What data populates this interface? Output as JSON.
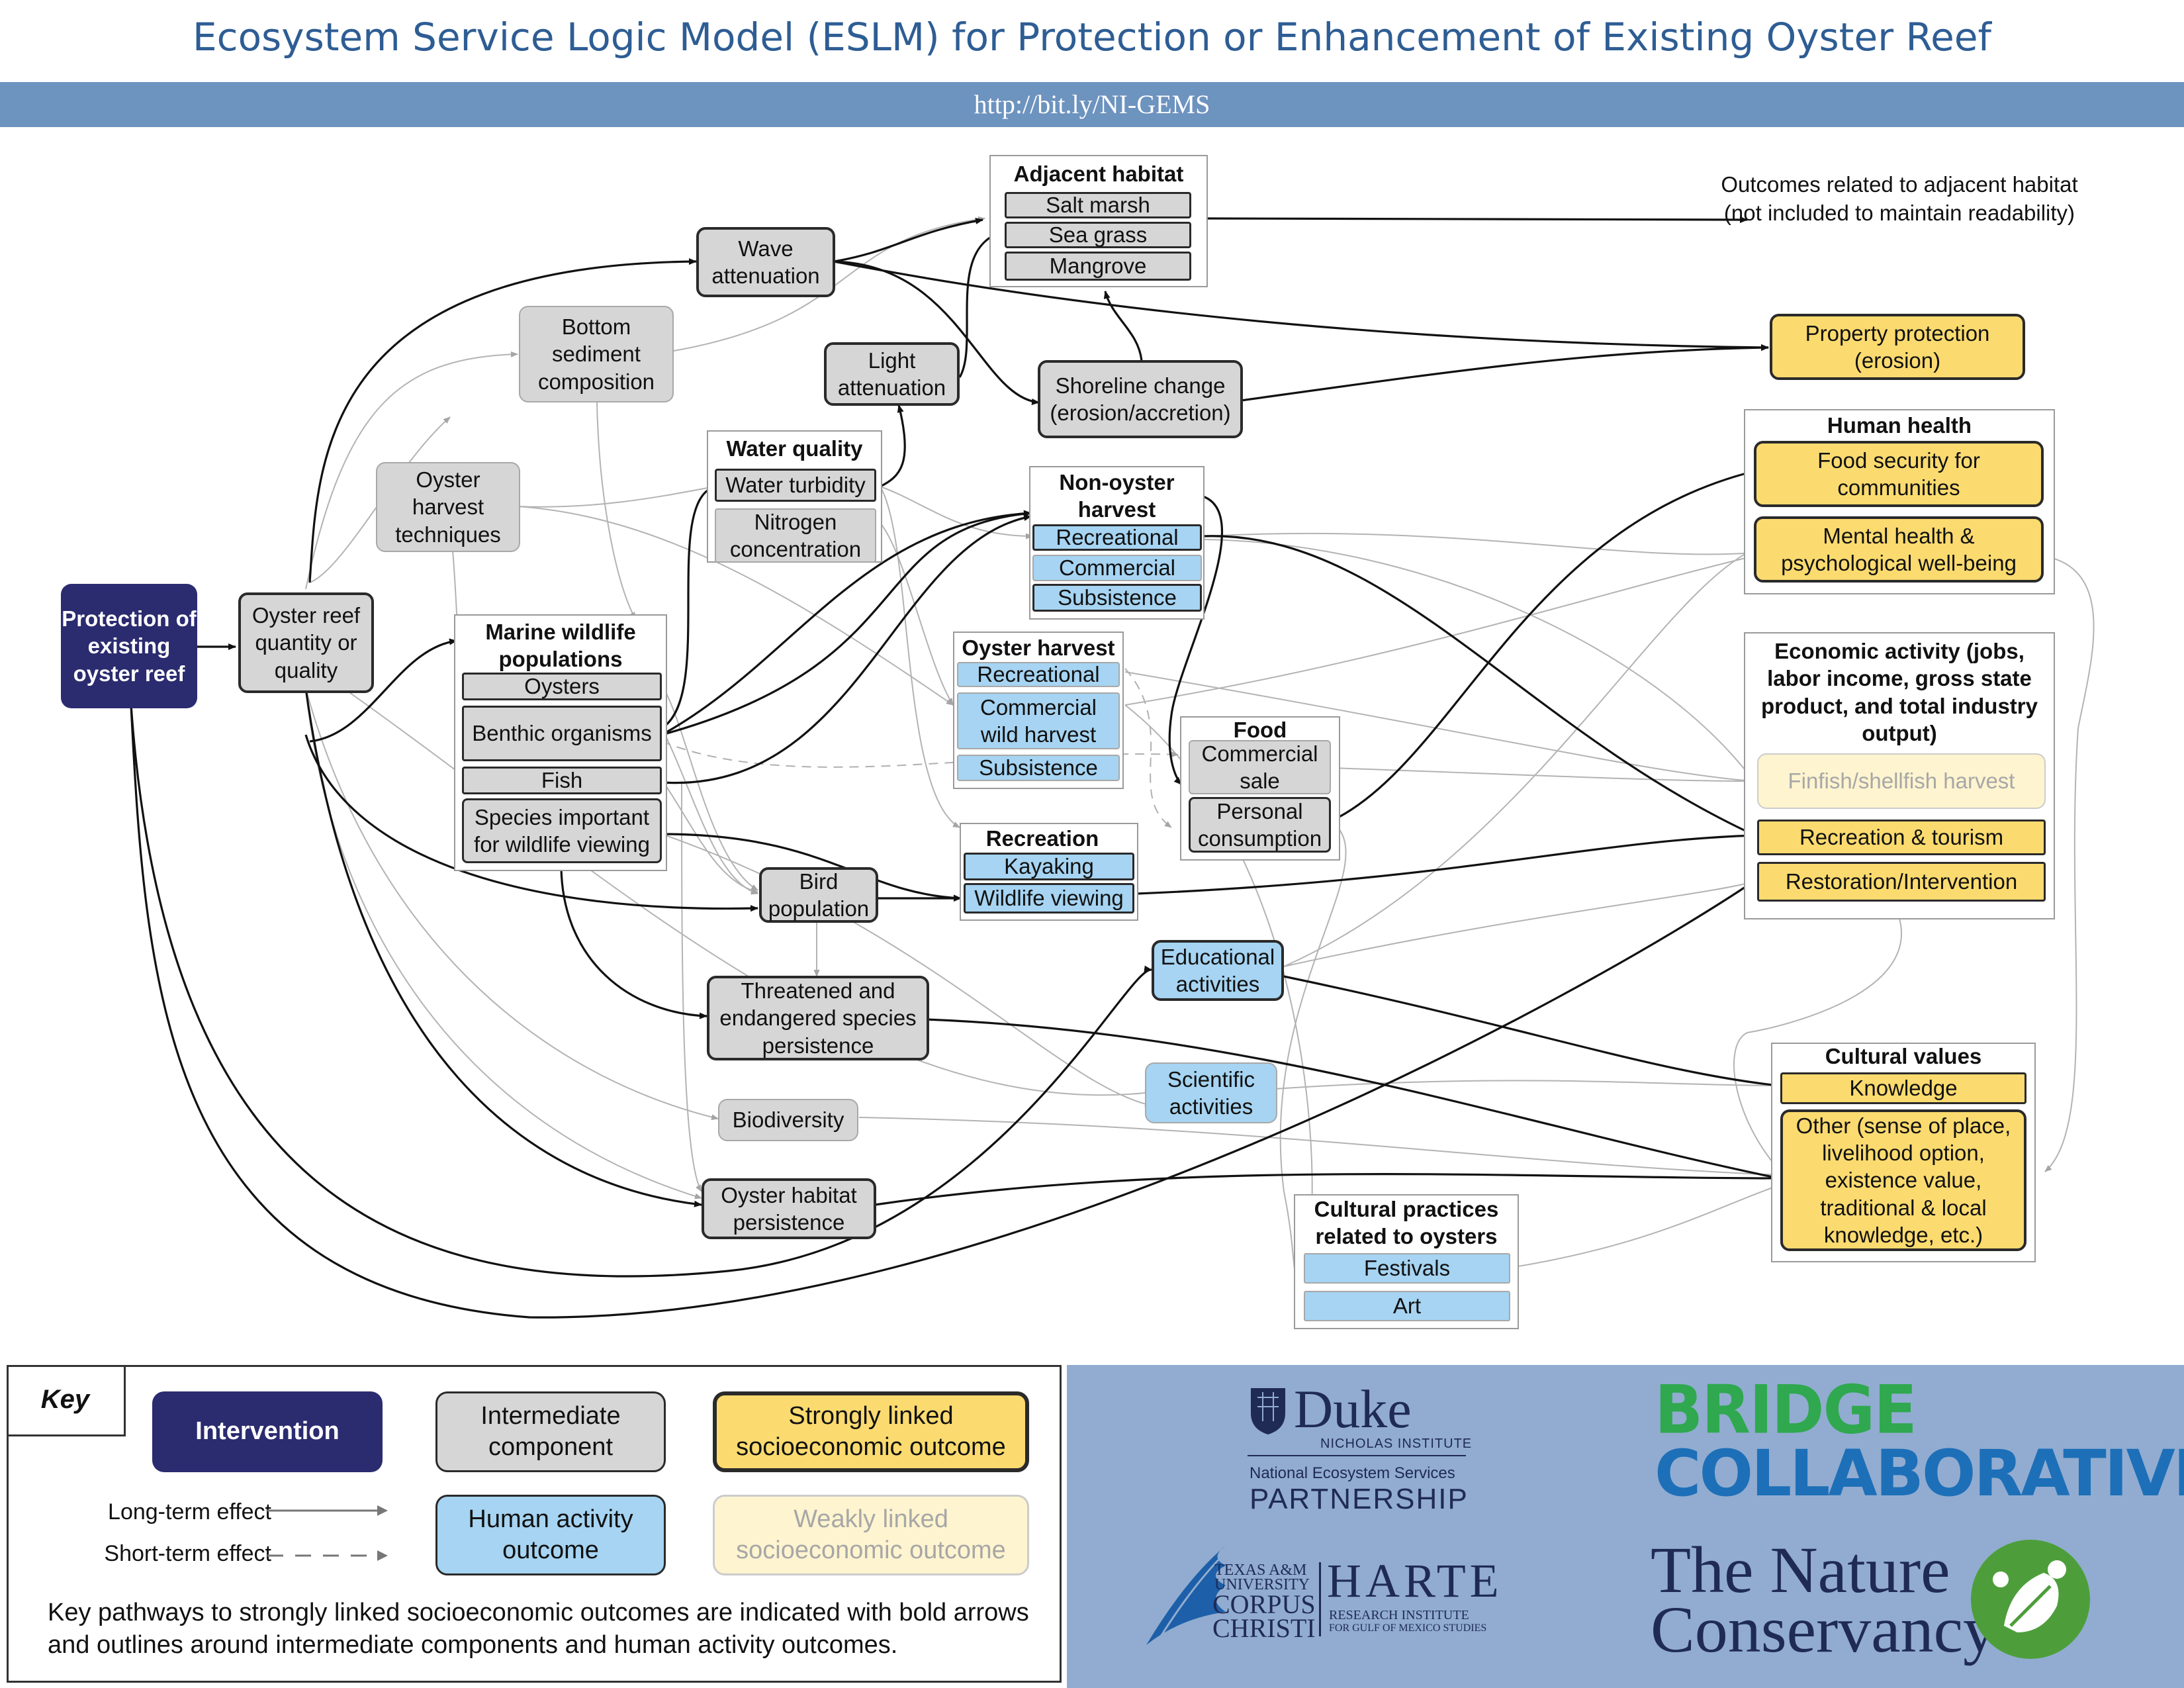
{
  "title": "Ecosystem Service Logic Model (ESLM) for Protection or Enhancement of Existing Oyster Reef",
  "url": "http://bit.ly/NI-GEMS",
  "nodes": {
    "intervention": "Protection of existing oyster reef",
    "oyster_reef_quantity": "Oyster reef quantity or quality",
    "harvest_techniques": "Oyster harvest techniques",
    "bottom_sediment": "Bottom sediment composition",
    "wave_attenuation": "Wave attenuation",
    "light_attenuation": "Light attenuation",
    "shoreline_change": "Shoreline change (erosion/accretion)",
    "bird_population": "Bird population",
    "threatened_species": "Threatened and endangered species persistence",
    "biodiversity": "Biodiversity",
    "oyster_habitat_persistence": "Oyster habitat persistence",
    "educational_activities": "Educational activities",
    "scientific_activities": "Scientific activities",
    "property_protection": "Property protection (erosion)",
    "adjacent_outcomes_note": "Outcomes related to adjacent habitat (not included to maintain readability)"
  },
  "groups": {
    "adjacent_habitat": {
      "title": "Adjacent habitat",
      "items": [
        "Salt marsh",
        "Sea grass",
        "Mangrove"
      ]
    },
    "water_quality": {
      "title": "Water quality",
      "items": [
        "Water turbidity",
        "Nitrogen concentration"
      ]
    },
    "marine_wildlife": {
      "title": "Marine wildlife populations",
      "items": [
        "Oysters",
        "Benthic organisms",
        "Fish",
        "Species important for wildlife viewing"
      ]
    },
    "non_oyster_harvest": {
      "title": "Non-oyster harvest",
      "items": [
        "Recreational",
        "Commercial",
        "Subsistence"
      ]
    },
    "oyster_harvest": {
      "title": "Oyster harvest",
      "items": [
        "Recreational",
        "Commercial wild harvest",
        "Subsistence"
      ]
    },
    "food": {
      "title": "Food",
      "items": [
        "Commercial sale",
        "Personal consumption"
      ]
    },
    "recreation": {
      "title": "Recreation",
      "items": [
        "Kayaking",
        "Wildlife viewing"
      ]
    },
    "cultural_practices": {
      "title": "Cultural practices related to oysters",
      "items": [
        "Festivals",
        "Art"
      ]
    },
    "human_health": {
      "title": "Human health",
      "items": [
        "Food security for communities",
        "Mental health & psychological well-being"
      ]
    },
    "economic_activity": {
      "title": "Economic activity (jobs, labor income, gross state product, and total industry output)",
      "items": [
        "Finfish/shellfish harvest",
        "Recreation & tourism",
        "Restoration/Intervention"
      ]
    },
    "cultural_values": {
      "title": "Cultural values",
      "items": [
        "Knowledge",
        "Other (sense of place, livelihood option, existence value, traditional & local knowledge, etc.)"
      ]
    }
  },
  "key": {
    "label": "Key",
    "intervention": "Intervention",
    "intermediate": "Intermediate component",
    "strong": "Strongly linked socioeconomic outcome",
    "human_activity": "Human activity outcome",
    "weak": "Weakly linked socioeconomic outcome",
    "long_term": "Long-term effect",
    "short_term": "Short-term effect",
    "note": "Key pathways to strongly linked socioeconomic outcomes are indicated with bold arrows and outlines around intermediate components and human activity outcomes."
  },
  "logos": {
    "duke": "Duke",
    "duke_sub": "NICHOLAS INSTITUTE",
    "nesp1": "National Ecosystem Services",
    "nesp2": "PARTNERSHIP",
    "bridge": "BRIDGE",
    "collab": "COLLABORATIVE",
    "tamu1": "TEXAS A&M",
    "tamu2": "UNIVERSITY",
    "tamu3": "CORPUS",
    "tamu4": "CHRISTI",
    "harte": "HARTE",
    "harte_sub1": "RESEARCH INSTITUTE",
    "harte_sub2": "FOR GULF OF MEXICO STUDIES",
    "tnc1": "The Nature",
    "tnc2": "Conservancy"
  },
  "colors": {
    "title": "#2e5d94",
    "url_bar": "#6d93bf",
    "intervention": "#2b2b70",
    "intermediate": "#d6d6d6",
    "human_activity": "#a6d4f2",
    "strong": "#fbdb6f",
    "weak": "#fef4cf",
    "logo_panel": "#91acd0"
  }
}
